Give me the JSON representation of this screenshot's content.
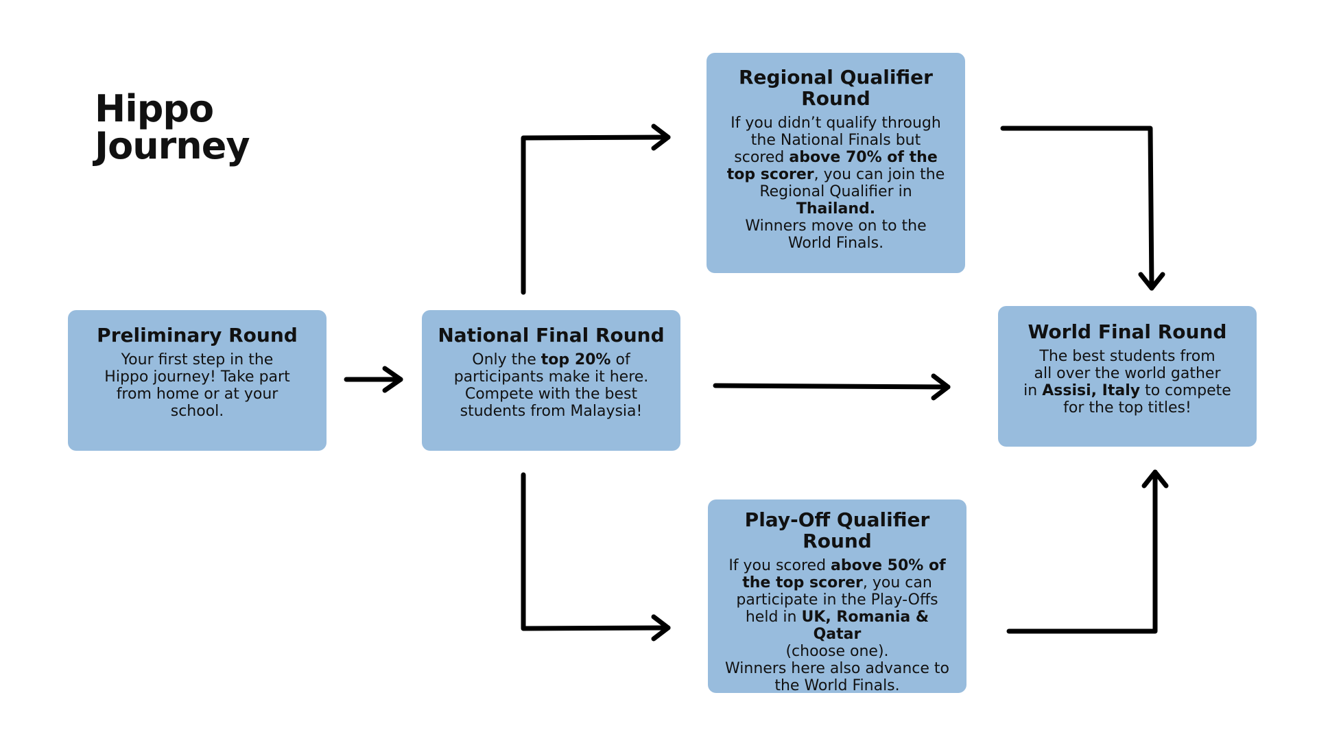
{
  "title": {
    "line1": "Hippo",
    "line2": "Journey"
  },
  "boxes": {
    "preliminary": {
      "title": "Preliminary Round",
      "body": [
        [
          {
            "t": "Your first step in the"
          }
        ],
        [
          {
            "t": "Hippo journey! Take part"
          }
        ],
        [
          {
            "t": "from home or at your"
          }
        ],
        [
          {
            "t": "school."
          }
        ]
      ]
    },
    "national": {
      "title": "National Final Round",
      "body": [
        [
          {
            "t": "Only the "
          },
          {
            "t": "top 20%",
            "b": true
          },
          {
            "t": " of"
          }
        ],
        [
          {
            "t": "participants make it here."
          }
        ],
        [
          {
            "t": "Compete with the best"
          }
        ],
        [
          {
            "t": "students from Malaysia!"
          }
        ]
      ]
    },
    "regional": {
      "title_lines": [
        "Regional Qualifier",
        "Round"
      ],
      "body": [
        [
          {
            "t": "If you didn’t qualify through"
          }
        ],
        [
          {
            "t": "the National Finals but"
          }
        ],
        [
          {
            "t": "scored "
          },
          {
            "t": "above 70% of the",
            "b": true
          }
        ],
        [
          {
            "t": "top scorer",
            "b": true
          },
          {
            "t": ", you can join the"
          }
        ],
        [
          {
            "t": "Regional Qualifier in"
          }
        ],
        [
          {
            "t": "Thailand.",
            "b": true
          }
        ],
        [
          {
            "t": "Winners move on to the"
          }
        ],
        [
          {
            "t": "World Finals."
          }
        ]
      ]
    },
    "playoff": {
      "title_lines": [
        "Play-Off Qualifier",
        "Round"
      ],
      "body": [
        [
          {
            "t": "If you scored "
          },
          {
            "t": "above 50% of",
            "b": true
          }
        ],
        [
          {
            "t": "the top scorer",
            "b": true
          },
          {
            "t": ", you can"
          }
        ],
        [
          {
            "t": "participate in the Play-Offs"
          }
        ],
        [
          {
            "t": "held in "
          },
          {
            "t": "UK, Romania & Qatar",
            "b": true
          }
        ],
        [
          {
            "t": "(choose one)."
          }
        ],
        [
          {
            "t": "Winners here also advance to"
          }
        ],
        [
          {
            "t": "the World Finals."
          }
        ]
      ]
    },
    "world": {
      "title": "World Final Round",
      "body": [
        [
          {
            "t": "The best students from"
          }
        ],
        [
          {
            "t": "all over the world gather"
          }
        ],
        [
          {
            "t": "in "
          },
          {
            "t": "Assisi, Italy",
            "b": true
          },
          {
            "t": " to compete"
          }
        ],
        [
          {
            "t": "for the top titles!"
          }
        ]
      ]
    }
  },
  "colors": {
    "box_fill": "#98bcdd",
    "arrow": "#000000",
    "text": "#111111"
  }
}
